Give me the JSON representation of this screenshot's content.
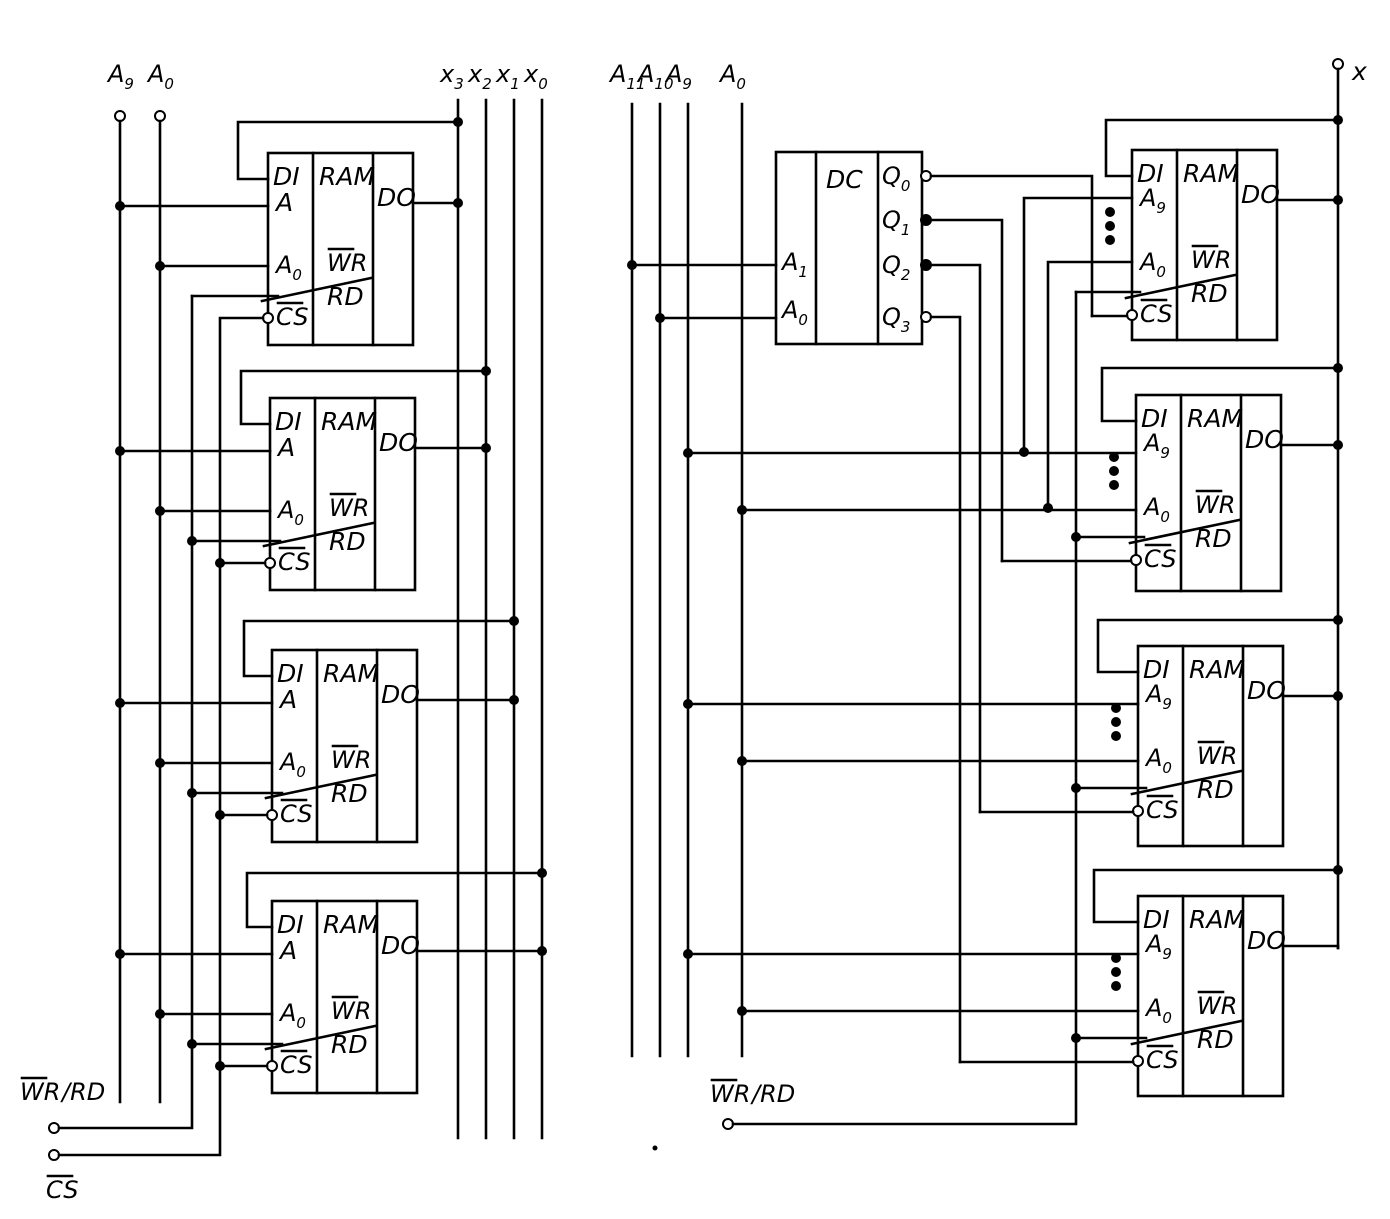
{
  "left_inputs": {
    "a9": "A",
    "a9_sub": "9",
    "a0": "A",
    "a0_sub": "0",
    "wr": "WR",
    "rd": "/RD",
    "cs": "CS"
  },
  "outputs": [
    {
      "main": "x",
      "sub": "3"
    },
    {
      "main": "x",
      "sub": "2"
    },
    {
      "main": "x",
      "sub": "1"
    },
    {
      "main": "x",
      "sub": "0"
    }
  ],
  "right_inputs": [
    {
      "main": "A",
      "sub": "11"
    },
    {
      "main": "A",
      "sub": "10"
    },
    {
      "main": "A",
      "sub": "9"
    },
    {
      "main": "A",
      "sub": "0"
    }
  ],
  "right_wrrd": {
    "wr": "WR",
    "rd": "/RD"
  },
  "right_output": "x",
  "chip": {
    "di": "DI",
    "a": "A",
    "a_sub0": "0",
    "a_sub9": "9",
    "ram": "RAM",
    "do": "DO",
    "wr": "WR",
    "rd": "RD",
    "cs": "CS"
  },
  "decoder": {
    "title": "DC",
    "inputs": [
      {
        "main": "A",
        "sub": "1"
      },
      {
        "main": "A",
        "sub": "0"
      }
    ],
    "outputs": [
      {
        "main": "Q",
        "sub": "0"
      },
      {
        "main": "Q",
        "sub": "1"
      },
      {
        "main": "Q",
        "sub": "2"
      },
      {
        "main": "Q",
        "sub": "3"
      }
    ]
  }
}
